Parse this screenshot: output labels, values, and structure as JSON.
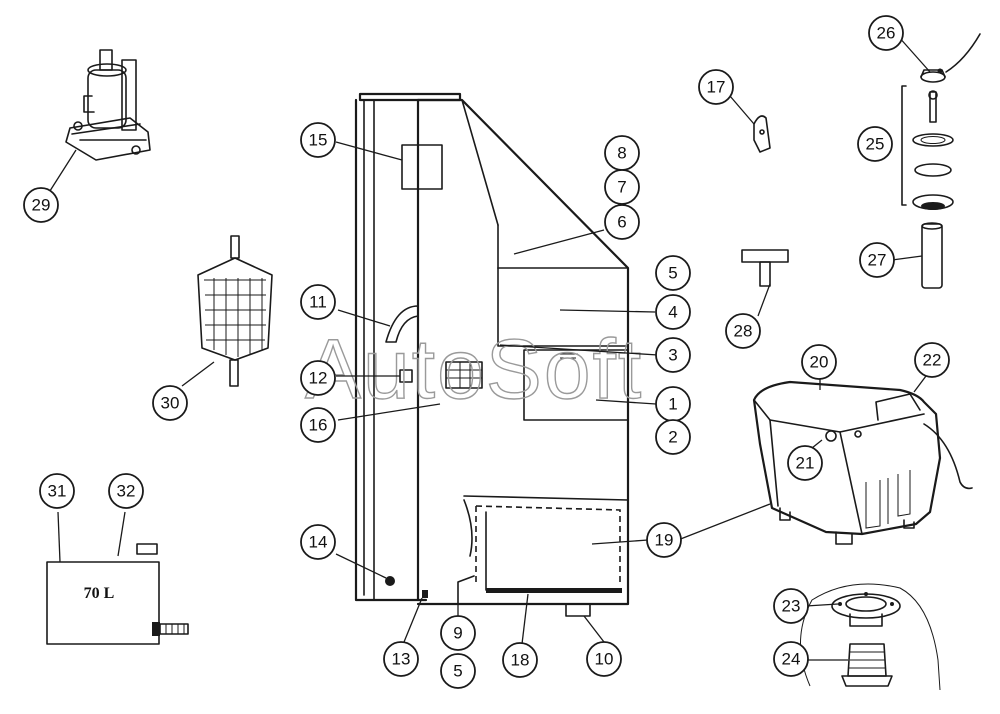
{
  "watermark": "AutoSoft",
  "tank_label": "70 L",
  "callouts": [
    {
      "id": "29",
      "label": "29"
    },
    {
      "id": "30",
      "label": "30"
    },
    {
      "id": "31",
      "label": "31"
    },
    {
      "id": "32",
      "label": "32"
    },
    {
      "id": "15",
      "label": "15"
    },
    {
      "id": "11",
      "label": "11"
    },
    {
      "id": "12",
      "label": "12"
    },
    {
      "id": "16",
      "label": "16"
    },
    {
      "id": "14",
      "label": "14"
    },
    {
      "id": "13",
      "label": "13"
    },
    {
      "id": "9",
      "label": "9"
    },
    {
      "id": "5b",
      "label": "5"
    },
    {
      "id": "18",
      "label": "18"
    },
    {
      "id": "10",
      "label": "10"
    },
    {
      "id": "8",
      "label": "8"
    },
    {
      "id": "7",
      "label": "7"
    },
    {
      "id": "6",
      "label": "6"
    },
    {
      "id": "5a",
      "label": "5"
    },
    {
      "id": "4",
      "label": "4"
    },
    {
      "id": "3",
      "label": "3"
    },
    {
      "id": "1",
      "label": "1"
    },
    {
      "id": "2",
      "label": "2"
    },
    {
      "id": "19",
      "label": "19"
    },
    {
      "id": "17",
      "label": "17"
    },
    {
      "id": "28",
      "label": "28"
    },
    {
      "id": "26",
      "label": "26"
    },
    {
      "id": "25",
      "label": "25"
    },
    {
      "id": "27",
      "label": "27"
    },
    {
      "id": "20",
      "label": "20"
    },
    {
      "id": "22",
      "label": "22"
    },
    {
      "id": "21",
      "label": "21"
    },
    {
      "id": "23",
      "label": "23"
    },
    {
      "id": "24",
      "label": "24"
    }
  ]
}
